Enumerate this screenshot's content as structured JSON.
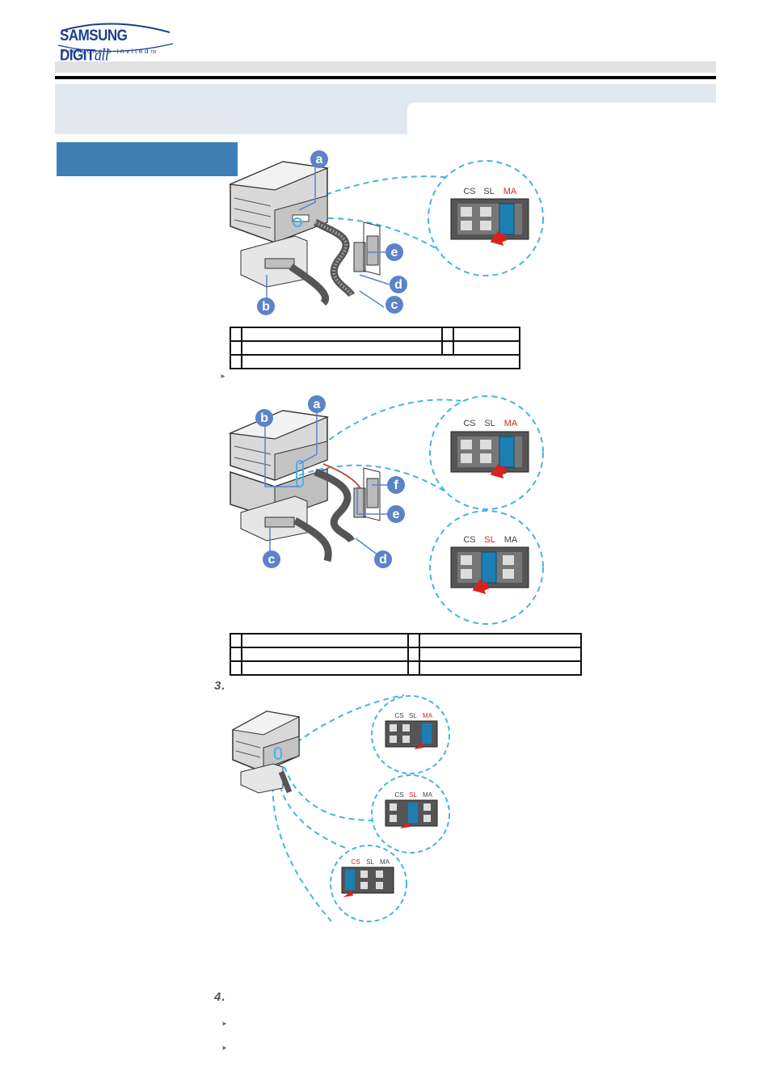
{
  "logo": {
    "wordmark_main": "SAMSUNG DIGIT",
    "wordmark_script": "all",
    "tagline": "everyone's invited",
    "tm": "TM"
  },
  "colors": {
    "brand_blue": "#1b3f8f",
    "header_band": "#e2e8ef",
    "section_tab": "#3d7fb5",
    "callout_blue": "#5b83c8",
    "dashed_line": "#44b4e6",
    "jumper_red": "#d8231c"
  },
  "figure1": {
    "callouts": [
      "a",
      "b",
      "c",
      "d",
      "e"
    ],
    "jumper": {
      "labels": [
        "CS",
        "SL",
        "MA"
      ],
      "active": "MA"
    }
  },
  "figure2": {
    "callouts": [
      "a",
      "b",
      "c",
      "d",
      "e",
      "f"
    ],
    "jumper_top": {
      "labels": [
        "CS",
        "SL",
        "MA"
      ],
      "active": "MA"
    },
    "jumper_bottom": {
      "labels": [
        "CS",
        "SL",
        "MA"
      ],
      "active": "SL"
    }
  },
  "figure3": {
    "jumper_1": {
      "labels": [
        "CS",
        "SL",
        "MA"
      ],
      "active": "MA"
    },
    "jumper_2": {
      "labels": [
        "CS",
        "SL",
        "MA"
      ],
      "active": "SL"
    },
    "jumper_3": {
      "labels": [
        "CS",
        "SL",
        "MA"
      ],
      "active": "CS"
    }
  },
  "steps": {
    "step3": "3.",
    "step4": "4."
  },
  "bullets": {
    "symbol": "➤"
  }
}
